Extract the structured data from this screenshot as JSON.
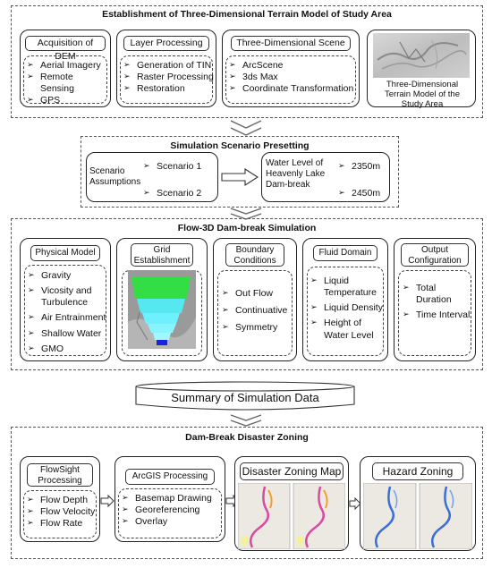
{
  "section1": {
    "title": "Establishment of Three-Dimensional Terrain Model of Study Area",
    "dem": {
      "title": "Acquisition of DEM",
      "items": [
        "Aerial Imagery",
        "Remote Sensing",
        "GPS"
      ]
    },
    "layer": {
      "title": "Layer Processing",
      "items": [
        "Generation of TIN",
        "Raster Processing",
        "Restoration"
      ]
    },
    "scene": {
      "title": "Three-Dimensional Scene",
      "items": [
        "ArcScene",
        "3ds Max",
        "Coordinate Transformation"
      ]
    },
    "terrain_caption": "Three-Dimensional Terrain Model of the Study Area"
  },
  "section2": {
    "title": "Simulation Scenario Presetting",
    "scenario_label": "Scenario Assumptions",
    "scenarios": [
      "Scenario 1",
      "Scenario 2"
    ],
    "water_label": "Water Level of Heavenly Lake Dam-break",
    "levels": [
      "2350m",
      "2450m"
    ]
  },
  "section3": {
    "title": "Flow-3D Dam-break Simulation",
    "physical": {
      "title": "Physical Model",
      "items": [
        "Gravity",
        "Vicosity and Turbulence",
        "Air Entrainment",
        "Shallow Water",
        "GMO"
      ]
    },
    "grid": {
      "title": "Grid Establishment"
    },
    "boundary": {
      "title": "Boundary Conditions",
      "items": [
        "Out Flow",
        "Continuative",
        "Symmetry"
      ]
    },
    "fluid": {
      "title": "Fluid Domain",
      "items": [
        "Liquid Temperature",
        "Liquid Density",
        "Height of Water Level"
      ]
    },
    "output": {
      "title": "Output Configuration",
      "items": [
        "Total Duration",
        "Time Interval"
      ]
    }
  },
  "summary": {
    "label": "Summary of Simulation Data"
  },
  "section4": {
    "title": "Dam-Break Disaster Zoning",
    "flowsight": {
      "title": "FlowSight Processing",
      "items": [
        "Flow Depth",
        "Flow Velocity",
        "Flow Rate"
      ]
    },
    "arcgis": {
      "title": "ArcGIS Processing",
      "items": [
        "Basemap Drawing",
        "Georeferencing",
        "Overlay"
      ]
    },
    "disaster_map": {
      "title": "Disaster Zoning Map"
    },
    "hazard": {
      "title": "Hazard Zoning"
    }
  }
}
